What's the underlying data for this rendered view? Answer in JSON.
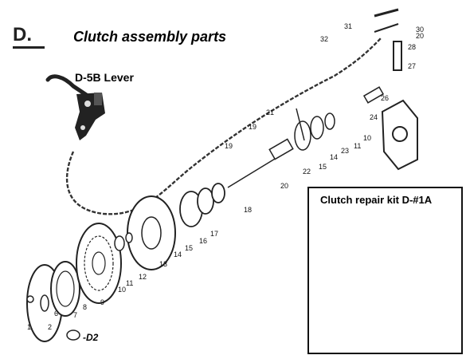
{
  "section_letter": "D.",
  "title": "Clutch assembly parts",
  "lever_label": "D-5B Lever",
  "kit_title": "Clutch repair kit  D-#1A",
  "d2_label": "-D2",
  "part_numbers": [
    "1",
    "2",
    "6",
    "7",
    "8",
    "9",
    "10",
    "11",
    "12",
    "13",
    "14",
    "15",
    "16",
    "17",
    "18",
    "19",
    "20",
    "21",
    "22",
    "15",
    "14",
    "23",
    "11",
    "10",
    "24",
    "26",
    "27",
    "28",
    "20",
    "30",
    "31",
    "32",
    "19"
  ]
}
